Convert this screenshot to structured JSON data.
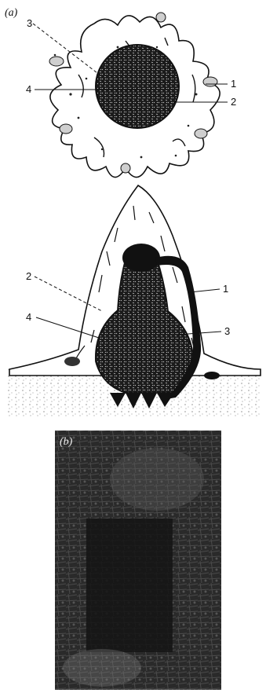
{
  "figure": {
    "panel_a_label": "(a)",
    "panel_b_label": "(b)",
    "top_view": {
      "labels": {
        "n3": "3",
        "n4": "4",
        "n1": "1",
        "n2": "2"
      }
    },
    "section_view": {
      "labels": {
        "n2": "2",
        "n1": "1",
        "n4": "4",
        "n3": "3"
      }
    },
    "photo": {
      "description_hidden": ""
    }
  },
  "colors": {
    "ink": "#111111",
    "paper": "#ffffff",
    "stipple": "#dcdcdc",
    "photo_dark": "#1c1c1c"
  }
}
